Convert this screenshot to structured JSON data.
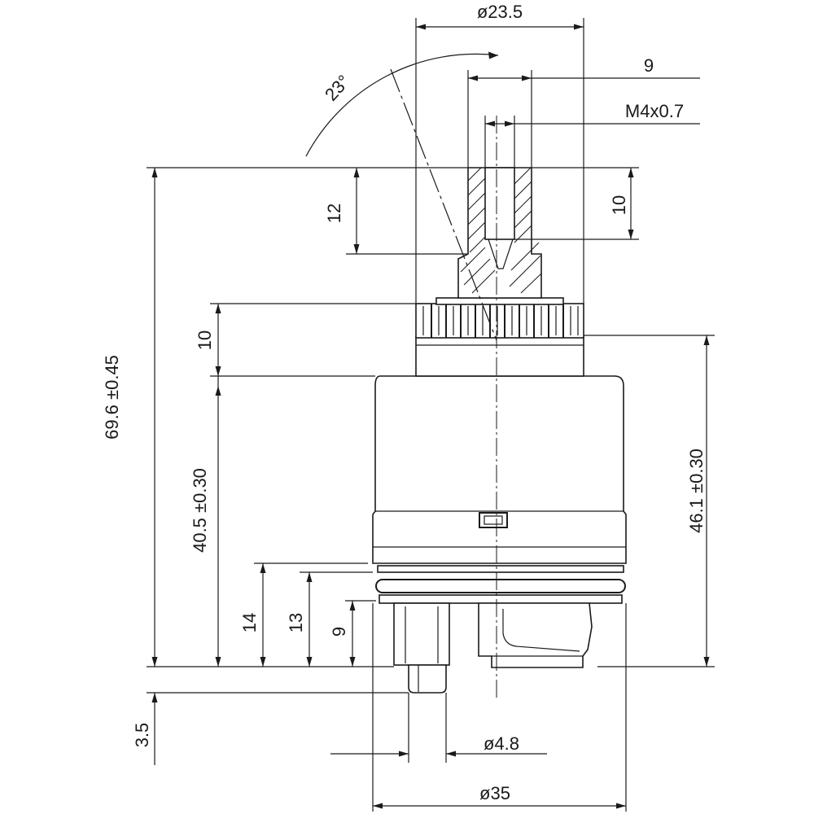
{
  "dimensions": {
    "top_diameter": "ø23.5",
    "angle": "23°",
    "spline_width": "9",
    "thread": "M4x0.7",
    "stem_height": "12",
    "thread_depth": "10",
    "knurl_height": "10",
    "overall_height": "69.6 ±0.45",
    "body_height": "40.5 ±0.30",
    "right_height": "46.1  ±0.30",
    "dim_14": "14",
    "dim_13": "13",
    "dim_9": "9",
    "pin_length": "3.5",
    "pin_diameter": "ø4.8",
    "body_diameter": "ø35"
  }
}
